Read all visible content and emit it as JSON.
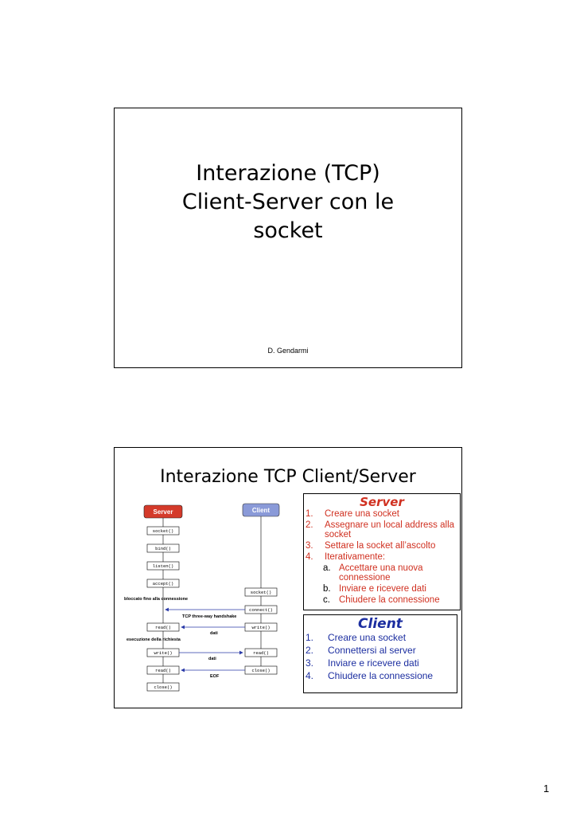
{
  "slide1": {
    "title_lines": [
      "Interazione (TCP)",
      "Client-Server con  le",
      "socket"
    ],
    "author": "D. Gendarmi"
  },
  "slide2": {
    "title": "Interazione TCP Client/Server",
    "diagram": {
      "server_label": "Server",
      "client_label": "Client",
      "server_calls": [
        "socket()",
        "bind()",
        "listen()",
        "accept()",
        "read()",
        "write()",
        "read()",
        "close()"
      ],
      "client_calls": [
        "socket()",
        "connect()",
        "write()",
        "read()",
        "close()"
      ],
      "notes": {
        "blocked": "bloccato fino alla connessione",
        "handshake": "TCP three-way handshake",
        "data1": "dati",
        "processing": "esecuzione della richiesta",
        "data2": "dati",
        "eof": "EOF"
      },
      "colors": {
        "server": "#d43a2a",
        "client": "#8a9ad8",
        "arrow": "#2a3aa8"
      }
    },
    "server_box": {
      "heading": "Server",
      "items": [
        {
          "n": "1.",
          "text": "Creare una socket"
        },
        {
          "n": "2.",
          "text": "Assegnare un local address alla socket"
        },
        {
          "n": "3.",
          "text": "Settare la socket all’ascolto"
        },
        {
          "n": "4.",
          "text": "Iterativamente:"
        }
      ],
      "subitems": [
        {
          "n": "a.",
          "text": "Accettare una nuova connessione"
        },
        {
          "n": "b.",
          "text": "Inviare e ricevere dati"
        },
        {
          "n": "c.",
          "text": "Chiudere la connessione"
        }
      ],
      "color": "#d03020"
    },
    "client_box": {
      "heading": "Client",
      "items": [
        {
          "n": "1.",
          "text": "Creare una socket"
        },
        {
          "n": "2.",
          "text": "Connettersi al server"
        },
        {
          "n": "3.",
          "text": "Inviare e ricevere dati"
        },
        {
          "n": "4.",
          "text": "Chiudere la connessione"
        }
      ],
      "color": "#1c2ea0"
    }
  },
  "page_number": "1"
}
